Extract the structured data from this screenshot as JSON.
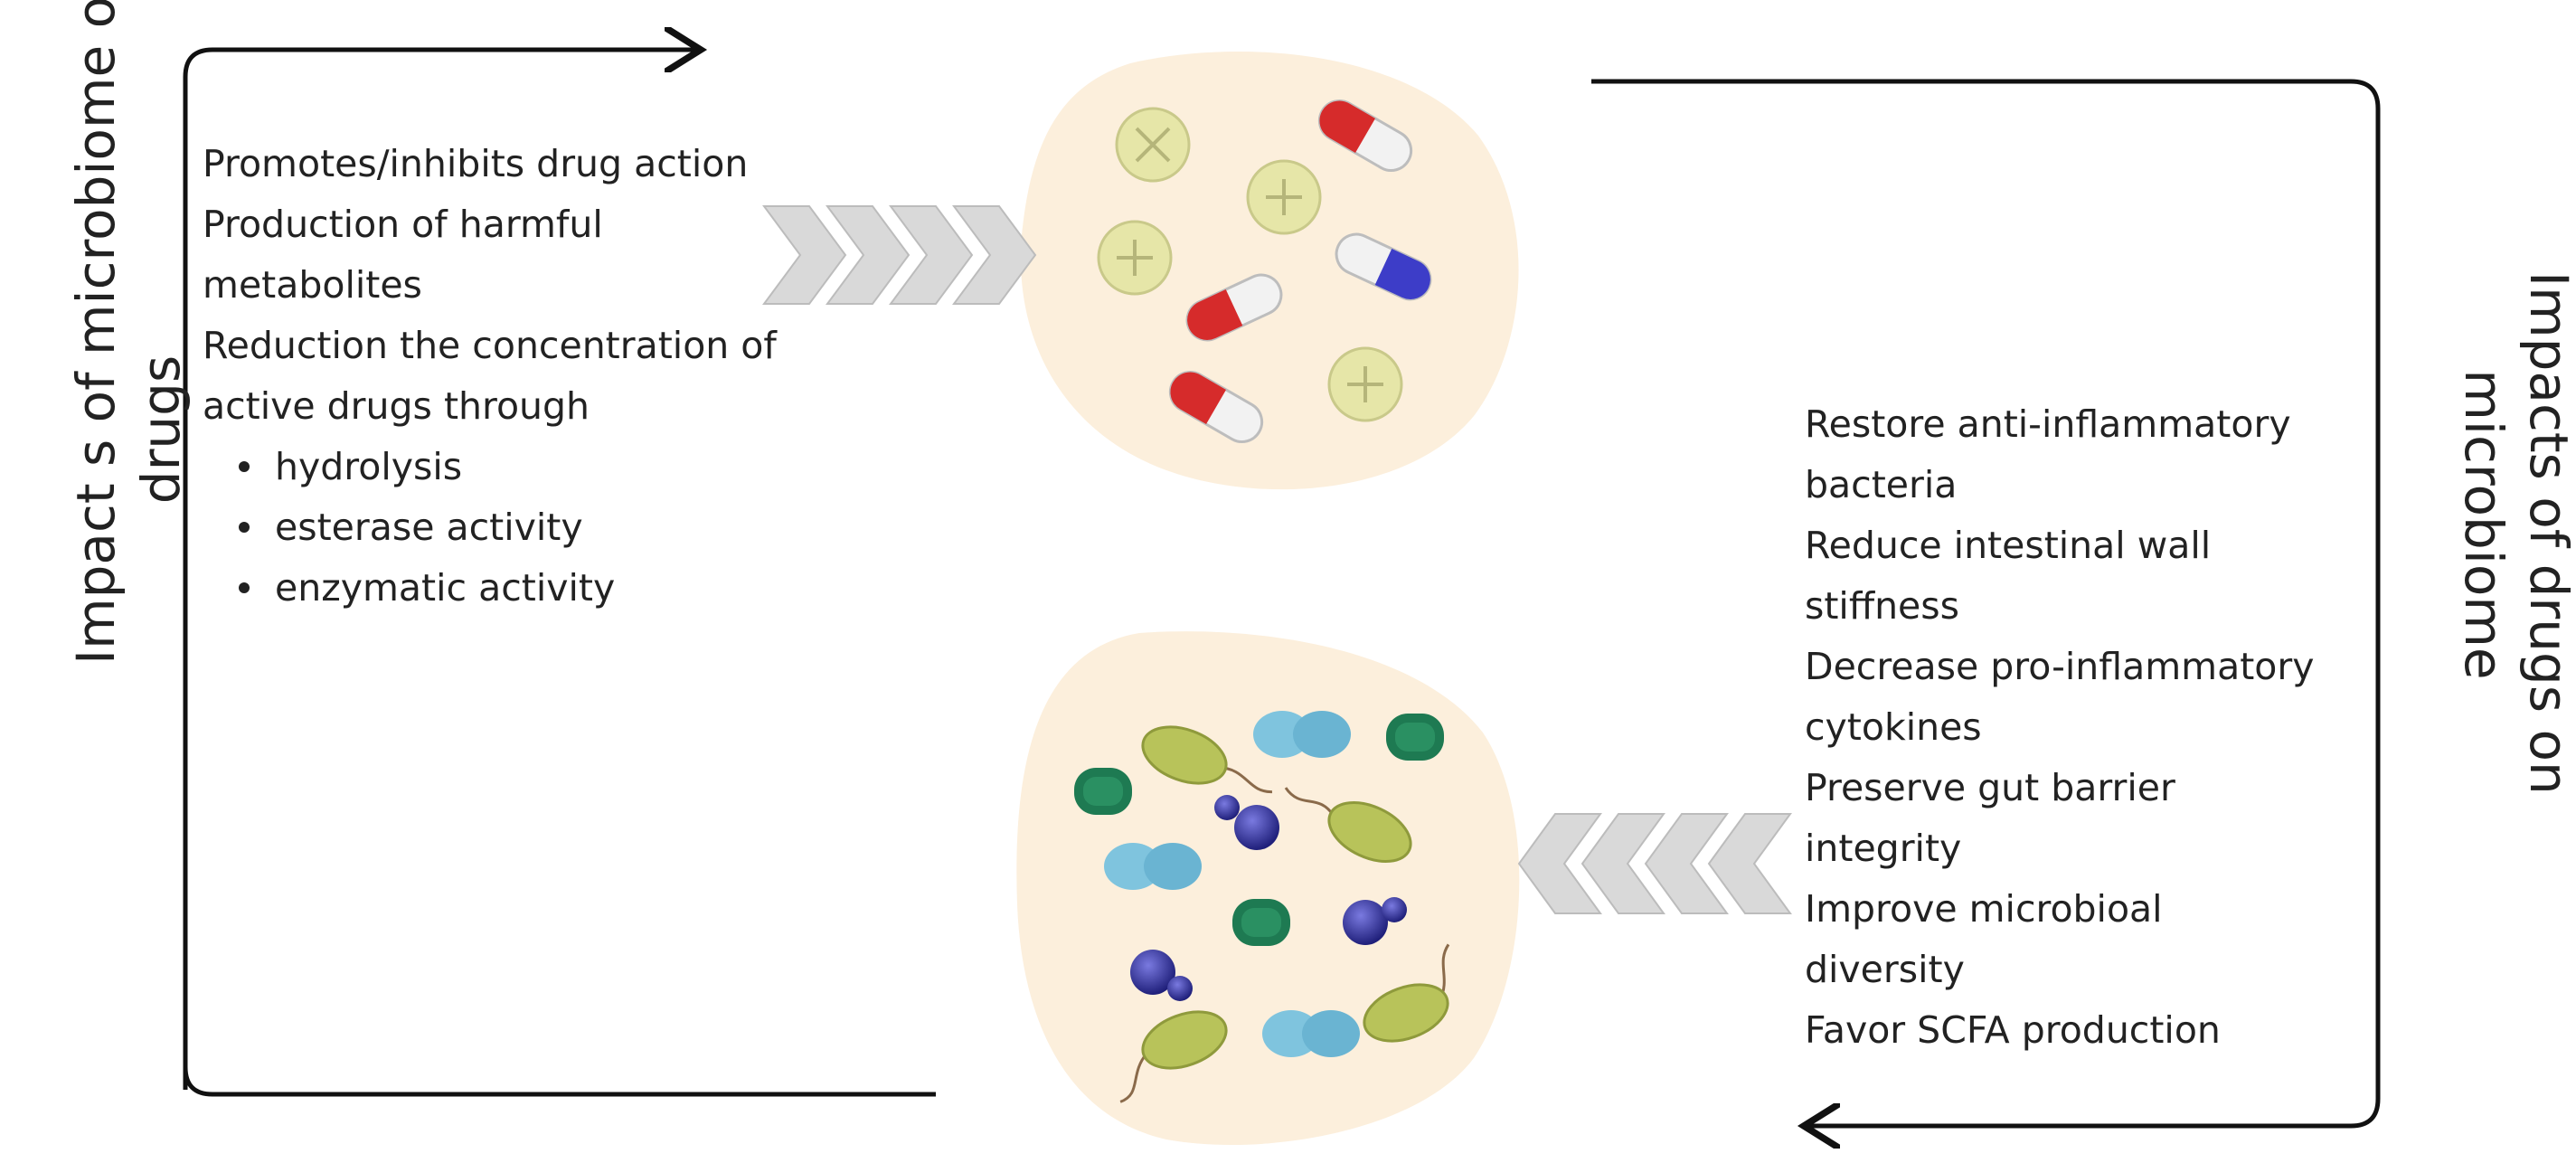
{
  "left_panel": {
    "vertical_label_lines": [
      "Impact s of microbiome on",
      "drugs"
    ],
    "lines": [
      "Promotes/inhibits drug action",
      "Production of harmful",
      "metabolites",
      "Reduction the concentration of",
      "active drugs through"
    ],
    "bullets": [
      "hydrolysis",
      "esterase activity",
      "enzymatic activity"
    ]
  },
  "right_panel": {
    "vertical_label_lines": [
      "Impacts of drugs on",
      "microbiome"
    ],
    "lines": [
      "Restore anti-inflammatory",
      "bacteria",
      "Reduce intestinal wall",
      "stiffness",
      "Decrease pro-inflammatory",
      "cytokines",
      "Preserve gut barrier",
      "integrity",
      "Improve microbioal",
      "diversity",
      "Favor SCFA production"
    ]
  },
  "colors": {
    "blob": "#fcefdc",
    "arrow_line": "#111111",
    "chevron": "#d9d9d9",
    "tablet": "#e6e6a8",
    "capsule_red": "#d62b2b",
    "capsule_blue": "#3d3dc8",
    "bacteria_green": "#1e7a52",
    "bacteria_yellow": "#b8c35a",
    "bacteria_blue": "#7fc4de",
    "cocci_purple": "#2f2f9c"
  },
  "icons": [
    "tablet-icon",
    "capsule-icon",
    "bacteria-icon",
    "cocci-icon",
    "chevron-arrow-icon"
  ]
}
